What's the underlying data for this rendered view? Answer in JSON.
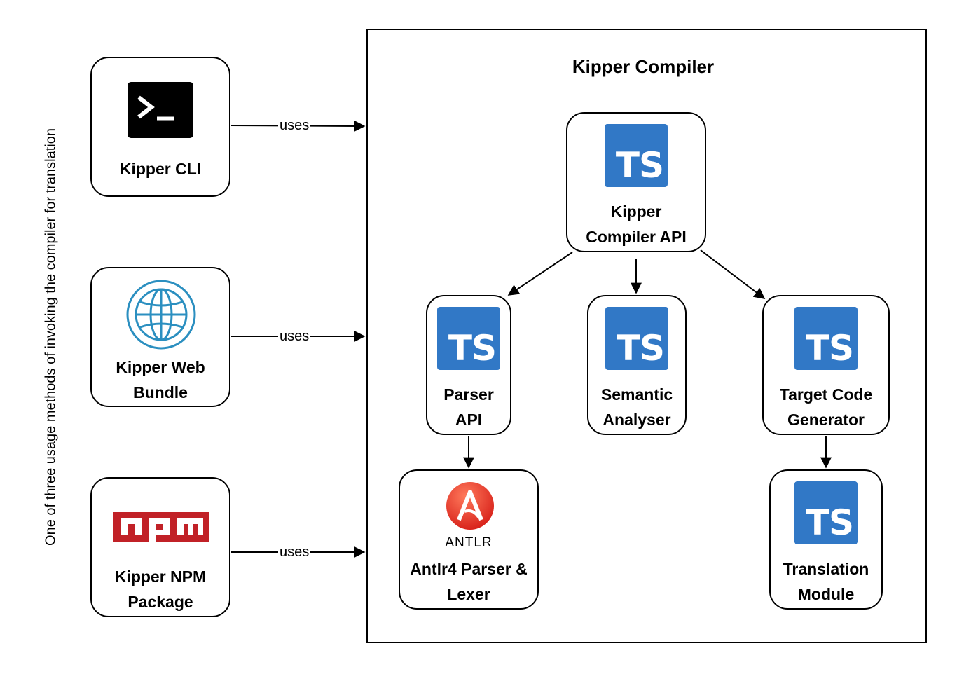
{
  "side_caption": "One of three usage methods of invoking the compiler for translation",
  "frame_title": "Kipper Compiler",
  "clients": {
    "cli": "Kipper CLI",
    "web": "Kipper Web\nBundle",
    "npm": "Kipper NPM\nPackage"
  },
  "edge_label": "uses",
  "components": {
    "compiler_api": "Kipper\nCompiler API",
    "parser_api": "Parser\nAPI",
    "semantic": "Semantic\nAnalyser",
    "target_gen": "Target Code\nGenerator",
    "antlr": "Antlr4 Parser &\nLexer",
    "translation": "Translation\nModule"
  },
  "icon_text": {
    "ts": "TS",
    "antlr": "ANTLR",
    "npm": "npm"
  },
  "colors": {
    "typescript_blue": "#3178c6",
    "npm_red": "#c12127",
    "antlr_red": "#e8312a",
    "globe_blue": "#2b8fc0"
  },
  "icons": {
    "cli": "terminal-icon",
    "web": "globe-icon",
    "npm": "npm-logo-icon",
    "antlr": "antlr-logo-icon",
    "components": "typescript-icon"
  }
}
